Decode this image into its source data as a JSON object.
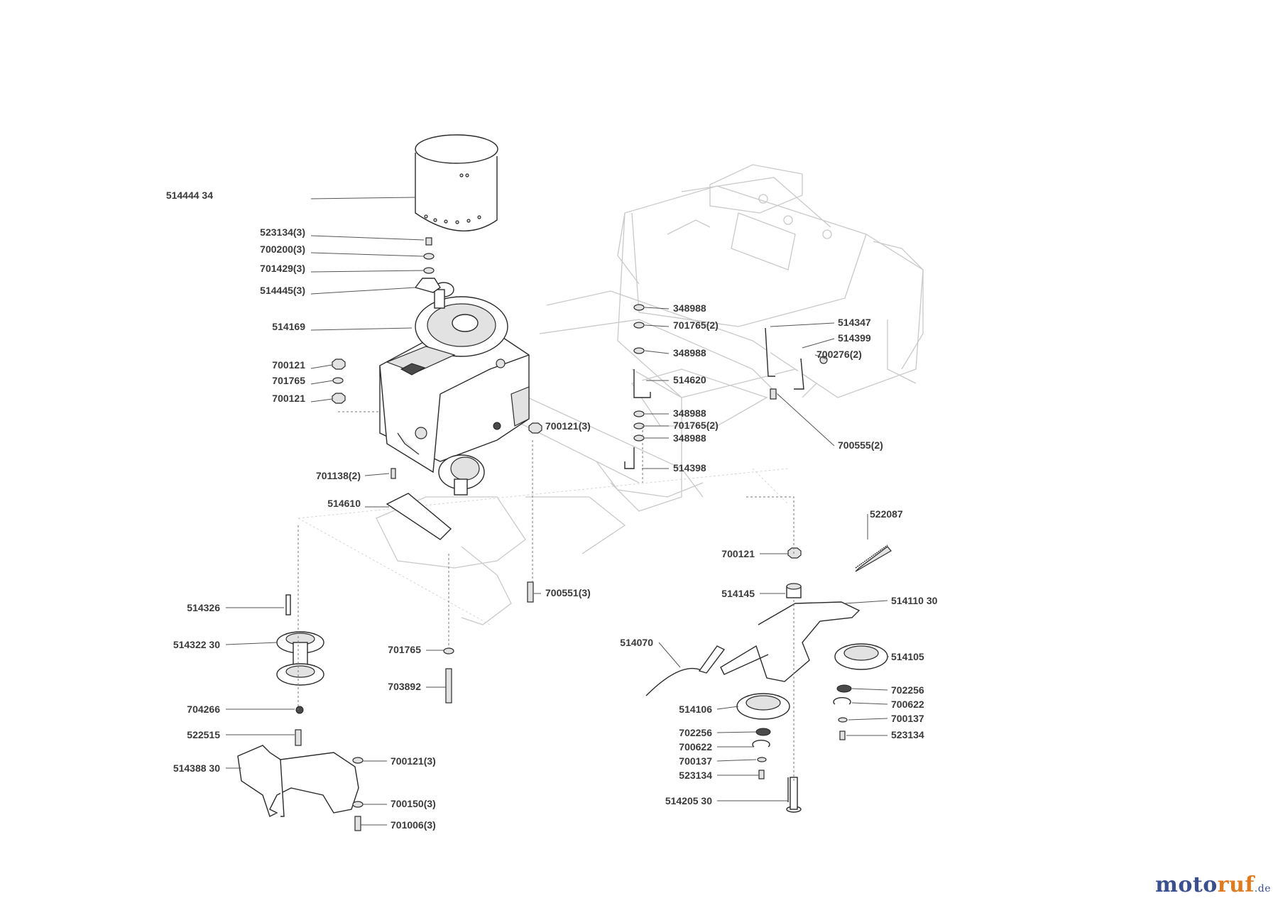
{
  "diagram": {
    "parts": [
      {
        "id": "514444 34"
      },
      {
        "id": "523134(3)"
      },
      {
        "id": "700200(3)"
      },
      {
        "id": "701429(3)"
      },
      {
        "id": "514445(3)"
      },
      {
        "id": "514169"
      },
      {
        "id": "700121"
      },
      {
        "id": "701765"
      },
      {
        "id": "700121"
      },
      {
        "id": "700121(3)"
      },
      {
        "id": "701138(2)"
      },
      {
        "id": "514610"
      },
      {
        "id": "348988"
      },
      {
        "id": "701765(2)"
      },
      {
        "id": "348988"
      },
      {
        "id": "514620"
      },
      {
        "id": "348988"
      },
      {
        "id": "701765(2)"
      },
      {
        "id": "348988"
      },
      {
        "id": "514398"
      },
      {
        "id": "514347"
      },
      {
        "id": "514399"
      },
      {
        "id": "700276(2)"
      },
      {
        "id": "700555(2)"
      },
      {
        "id": "522087"
      },
      {
        "id": "700121"
      },
      {
        "id": "514145"
      },
      {
        "id": "514110 30"
      },
      {
        "id": "514070"
      },
      {
        "id": "514105"
      },
      {
        "id": "702256"
      },
      {
        "id": "700622"
      },
      {
        "id": "700137"
      },
      {
        "id": "523134"
      },
      {
        "id": "514106"
      },
      {
        "id": "702256"
      },
      {
        "id": "700622"
      },
      {
        "id": "700137"
      },
      {
        "id": "523134"
      },
      {
        "id": "514205 30"
      },
      {
        "id": "700551(3)"
      },
      {
        "id": "514326"
      },
      {
        "id": "514322 30"
      },
      {
        "id": "701765"
      },
      {
        "id": "703892"
      },
      {
        "id": "704266"
      },
      {
        "id": "522515"
      },
      {
        "id": "514388 30"
      },
      {
        "id": "700121(3)"
      },
      {
        "id": "700150(3)"
      },
      {
        "id": "701006(3)"
      }
    ]
  },
  "watermark": {
    "part1": "moto",
    "part2": "ruf",
    "part3": "",
    "tld": ".de"
  },
  "colors": {
    "brand_blue": "#3b4e8e",
    "brand_orange": "#e07a1f",
    "label": "#3a3a3a"
  }
}
